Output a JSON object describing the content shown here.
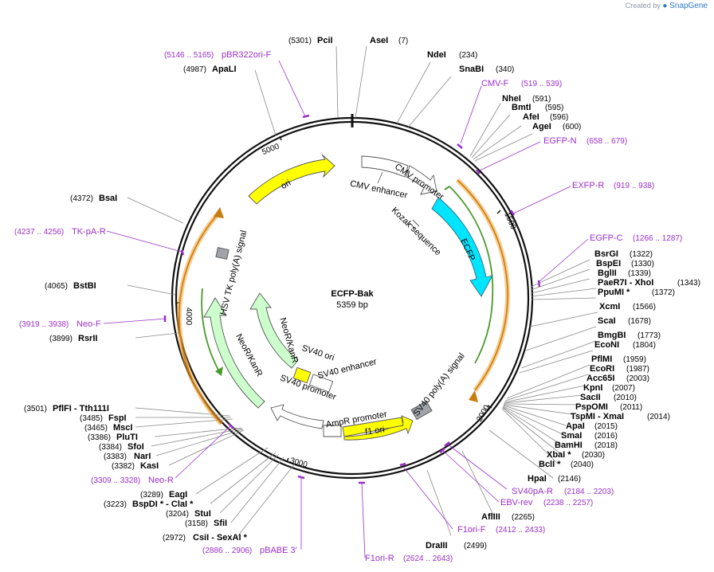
{
  "brand": {
    "prefix": "Created by",
    "name": "SnapGene"
  },
  "map": {
    "name": "ECFP-Bak",
    "length_label": "5359 bp"
  },
  "ticks": [
    "5000",
    "1500",
    "2000",
    "3000",
    "4000"
  ],
  "enzymes": [
    {
      "name": "PciI",
      "pos": "(5301)"
    },
    {
      "name": "AseI",
      "pos": "(7)"
    },
    {
      "name": "NdeI",
      "pos": "(234)"
    },
    {
      "name": "SnaBI",
      "pos": "(340)"
    },
    {
      "name": "NheI",
      "pos": "(591)"
    },
    {
      "name": "BmtI",
      "pos": "(595)"
    },
    {
      "name": "AfeI",
      "pos": "(596)"
    },
    {
      "name": "AgeI",
      "pos": "(600)"
    },
    {
      "name": "BsrGI",
      "pos": "(1322)"
    },
    {
      "name": "BspEI",
      "pos": "(1330)"
    },
    {
      "name": "BglII",
      "pos": "(1339)"
    },
    {
      "name": "PaeR7I  - XhoI",
      "pos": "(1343)"
    },
    {
      "name": "PpuMI *",
      "pos": "(1372)"
    },
    {
      "name": "XcmI",
      "pos": "(1566)"
    },
    {
      "name": "ScaI",
      "pos": "(1678)"
    },
    {
      "name": "BmgBI",
      "pos": "(1773)"
    },
    {
      "name": "EcoNI",
      "pos": "(1804)"
    },
    {
      "name": "PflMI",
      "pos": "(1959)"
    },
    {
      "name": "EcoRI",
      "pos": "(1987)"
    },
    {
      "name": "Acc65I",
      "pos": "(2003)"
    },
    {
      "name": "KpnI",
      "pos": "(2007)"
    },
    {
      "name": "SacII",
      "pos": "(2010)"
    },
    {
      "name": "PspOMI",
      "pos": "(2011)"
    },
    {
      "name": "TspMI  - XmaI",
      "pos": "(2014)"
    },
    {
      "name": "ApaI",
      "pos": "(2015)"
    },
    {
      "name": "SmaI",
      "pos": "(2016)"
    },
    {
      "name": "BamHI",
      "pos": "(2018)"
    },
    {
      "name": "XbaI *",
      "pos": "(2030)"
    },
    {
      "name": "BclI *",
      "pos": "(2040)"
    },
    {
      "name": "HpaI",
      "pos": "(2146)"
    },
    {
      "name": "AflIII",
      "pos": "(2265)"
    },
    {
      "name": "DraIII",
      "pos": "(2499)"
    },
    {
      "name": "CsiI  - SexAI *",
      "pos": "(2972)"
    },
    {
      "name": "SfiI",
      "pos": "(3158)"
    },
    {
      "name": "StuI",
      "pos": "(3204)"
    },
    {
      "name": "BspDI *  - ClaI *",
      "pos": "(3223)"
    },
    {
      "name": "EagI",
      "pos": "(3289)"
    },
    {
      "name": "KasI",
      "pos": "(3382)"
    },
    {
      "name": "NarI",
      "pos": "(3383)"
    },
    {
      "name": "SfoI",
      "pos": "(3384)"
    },
    {
      "name": "PluTI",
      "pos": "(3386)"
    },
    {
      "name": "MscI",
      "pos": "(3465)"
    },
    {
      "name": "FspI",
      "pos": "(3485)"
    },
    {
      "name": "PflFI  - Tth111I",
      "pos": "(3501)"
    },
    {
      "name": "RsrII",
      "pos": "(3899)"
    },
    {
      "name": "BstBI",
      "pos": "(4065)"
    },
    {
      "name": "BsaI",
      "pos": "(4372)"
    },
    {
      "name": "ApaLI",
      "pos": "(4987)"
    }
  ],
  "primers": [
    {
      "name": "pBR322ori-F",
      "range": "(5146 .. 5165)"
    },
    {
      "name": "CMV-F",
      "range": "(519 .. 539)"
    },
    {
      "name": "EGFP-N",
      "range": "(658 .. 679)"
    },
    {
      "name": "EXFP-R",
      "range": "(919 .. 938)"
    },
    {
      "name": "EGFP-C",
      "range": "(1266 .. 1287)"
    },
    {
      "name": "SV40pA-R",
      "range": "(2184 .. 2203)"
    },
    {
      "name": "EBV-rev",
      "range": "(2238 .. 2257)"
    },
    {
      "name": "F1ori-F",
      "range": "(2412 .. 2433)"
    },
    {
      "name": "F1ori-R",
      "range": "(2624 .. 2643)"
    },
    {
      "name": "pBABE 3'",
      "range": "(2886 .. 2906)"
    },
    {
      "name": "Neo-R",
      "range": "(3309 .. 3328)"
    },
    {
      "name": "Neo-F",
      "range": "(3919 .. 3938)"
    },
    {
      "name": "TK-pA-R",
      "range": "(4237 .. 4256)"
    }
  ],
  "features": {
    "cmv_enhancer": "CMV enhancer",
    "cmv_promoter": "CMV promoter",
    "kozak": "Kozak sequence",
    "ecfp": "ECFP",
    "sv40_polya": "SV40 poly(A) signal",
    "f1_ori": "f1 ori",
    "ampr_promoter": "AmpR promoter",
    "sv40_promoter": "SV40 promoter",
    "sv40_enhancer": "SV40 enhancer",
    "sv40_ori": "SV40 ori",
    "neor_inner": "NeoR/KanR",
    "neor_outer": "NeoR/KanR",
    "hsv_tk": "HSV TK poly(A) signal",
    "ori": "ori"
  },
  "colors": {
    "primer": "#9a2fc8",
    "ecfp": "#00e5ff",
    "ori": "#ffff00",
    "neor": "#ccffcc",
    "orf_outline": "#f0a030",
    "orf_inner": "#4a9a2a",
    "grey_feature": "#a0a4a8"
  }
}
